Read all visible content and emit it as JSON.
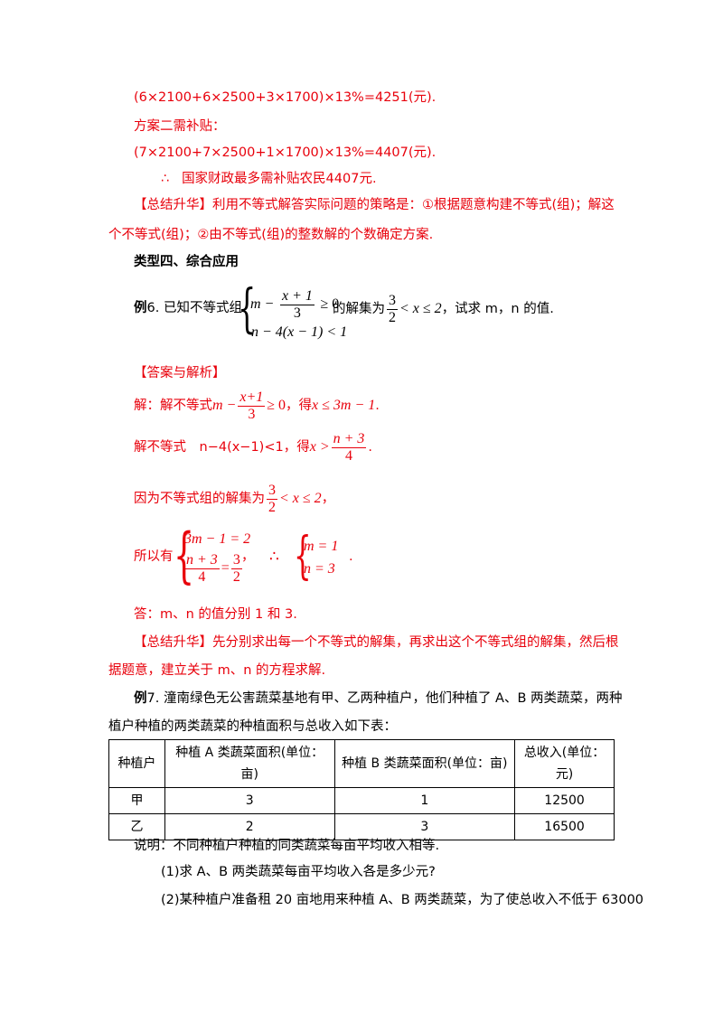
{
  "l1": "(6×2100+6×2500+3×1700)×13%=4251(元).",
  "l2": "方案二需补贴：",
  "l3": "(7×2100+7×2500+1×1700)×13%=4407(元).",
  "l4_sym": "∴",
  "l4": "国家财政最多需补贴农民4407元.",
  "s1a": "【总结升华】利用不等式解答实际问题的策略是：①根据题意构建不等式(组)；解这",
  "s1b": "个不等式(组)；②由不等式(组)的整数解的个数确定方案.",
  "type4": "类型四、综合应用",
  "ex6": {
    "label": "例",
    "num": "6.",
    "pre": "已知不等式组",
    "r1_left": "m −",
    "r1_num": "x + 1",
    "r1_den": "3",
    "r1_right": "≥ 0",
    "r2": "n − 4(x − 1) < 1",
    "mid": "的解集为",
    "sol_num": "3",
    "sol_den": "2",
    "sol_right": "< x ≤ 2",
    "post": "，试求 m，n 的值."
  },
  "ans_title": "【答案与解析】",
  "sol1": {
    "pre": "解：解不等式",
    "m": "m −",
    "num": "x+1",
    "den": "3",
    "ge": "≥ 0",
    "mid": "，得",
    "res": "x ≤ 3m − 1",
    "end": "."
  },
  "sol2": {
    "pre": "解不等式　n−4(x−1)<1，得",
    "res": "x >",
    "num": "n + 3",
    "den": "4",
    "end": "."
  },
  "sol3": {
    "pre": "因为不等式组的解集为",
    "num": "3",
    "den": "2",
    "res": "< x ≤ 2",
    "end": "，"
  },
  "sol4": {
    "pre": "所以有",
    "e1": "3m − 1 = 2",
    "e2_num": "n + 3",
    "e2_den": "4",
    "e2_eq": "=",
    "e2_rnum": "3",
    "e2_rden": "2",
    "comma": "，",
    "therefore": "∴",
    "r1": "m = 1",
    "r2": "n = 3",
    "end": "."
  },
  "answer": "答：m、n 的值分别 1 和 3.",
  "s2a": "【总结升华】先分别求出每一个不等式的解集，再求出这个不等式组的解集，然后根",
  "s2b": "据题意，建立关于 m、n 的方程求解.",
  "ex7": {
    "label": "例",
    "line1": "7. 潼南绿色无公害蔬菜基地有甲、乙两种植户，他们种植了 A、B 两类蔬菜，两种",
    "line2": "植户种植的两类蔬菜的种植面积与总收入如下表："
  },
  "table": {
    "headers": [
      "种植户",
      "种植 A 类蔬菜面积(单位：亩)",
      "种植 B 类蔬菜面积(单位：亩)",
      "总收入(单位：元)"
    ],
    "rows": [
      [
        "甲",
        "3",
        "1",
        "12500"
      ],
      [
        "乙",
        "2",
        "3",
        "16500"
      ]
    ]
  },
  "note": "说明：不同种植户种植的同类蔬菜每亩平均收入相等.",
  "q1": "(1)求 A、B 两类蔬菜每亩平均收入各是多少元?",
  "q2": "(2)某种植户准备租 20 亩地用来种植 A、B 两类蔬菜，为了使总收入不低于 63000"
}
